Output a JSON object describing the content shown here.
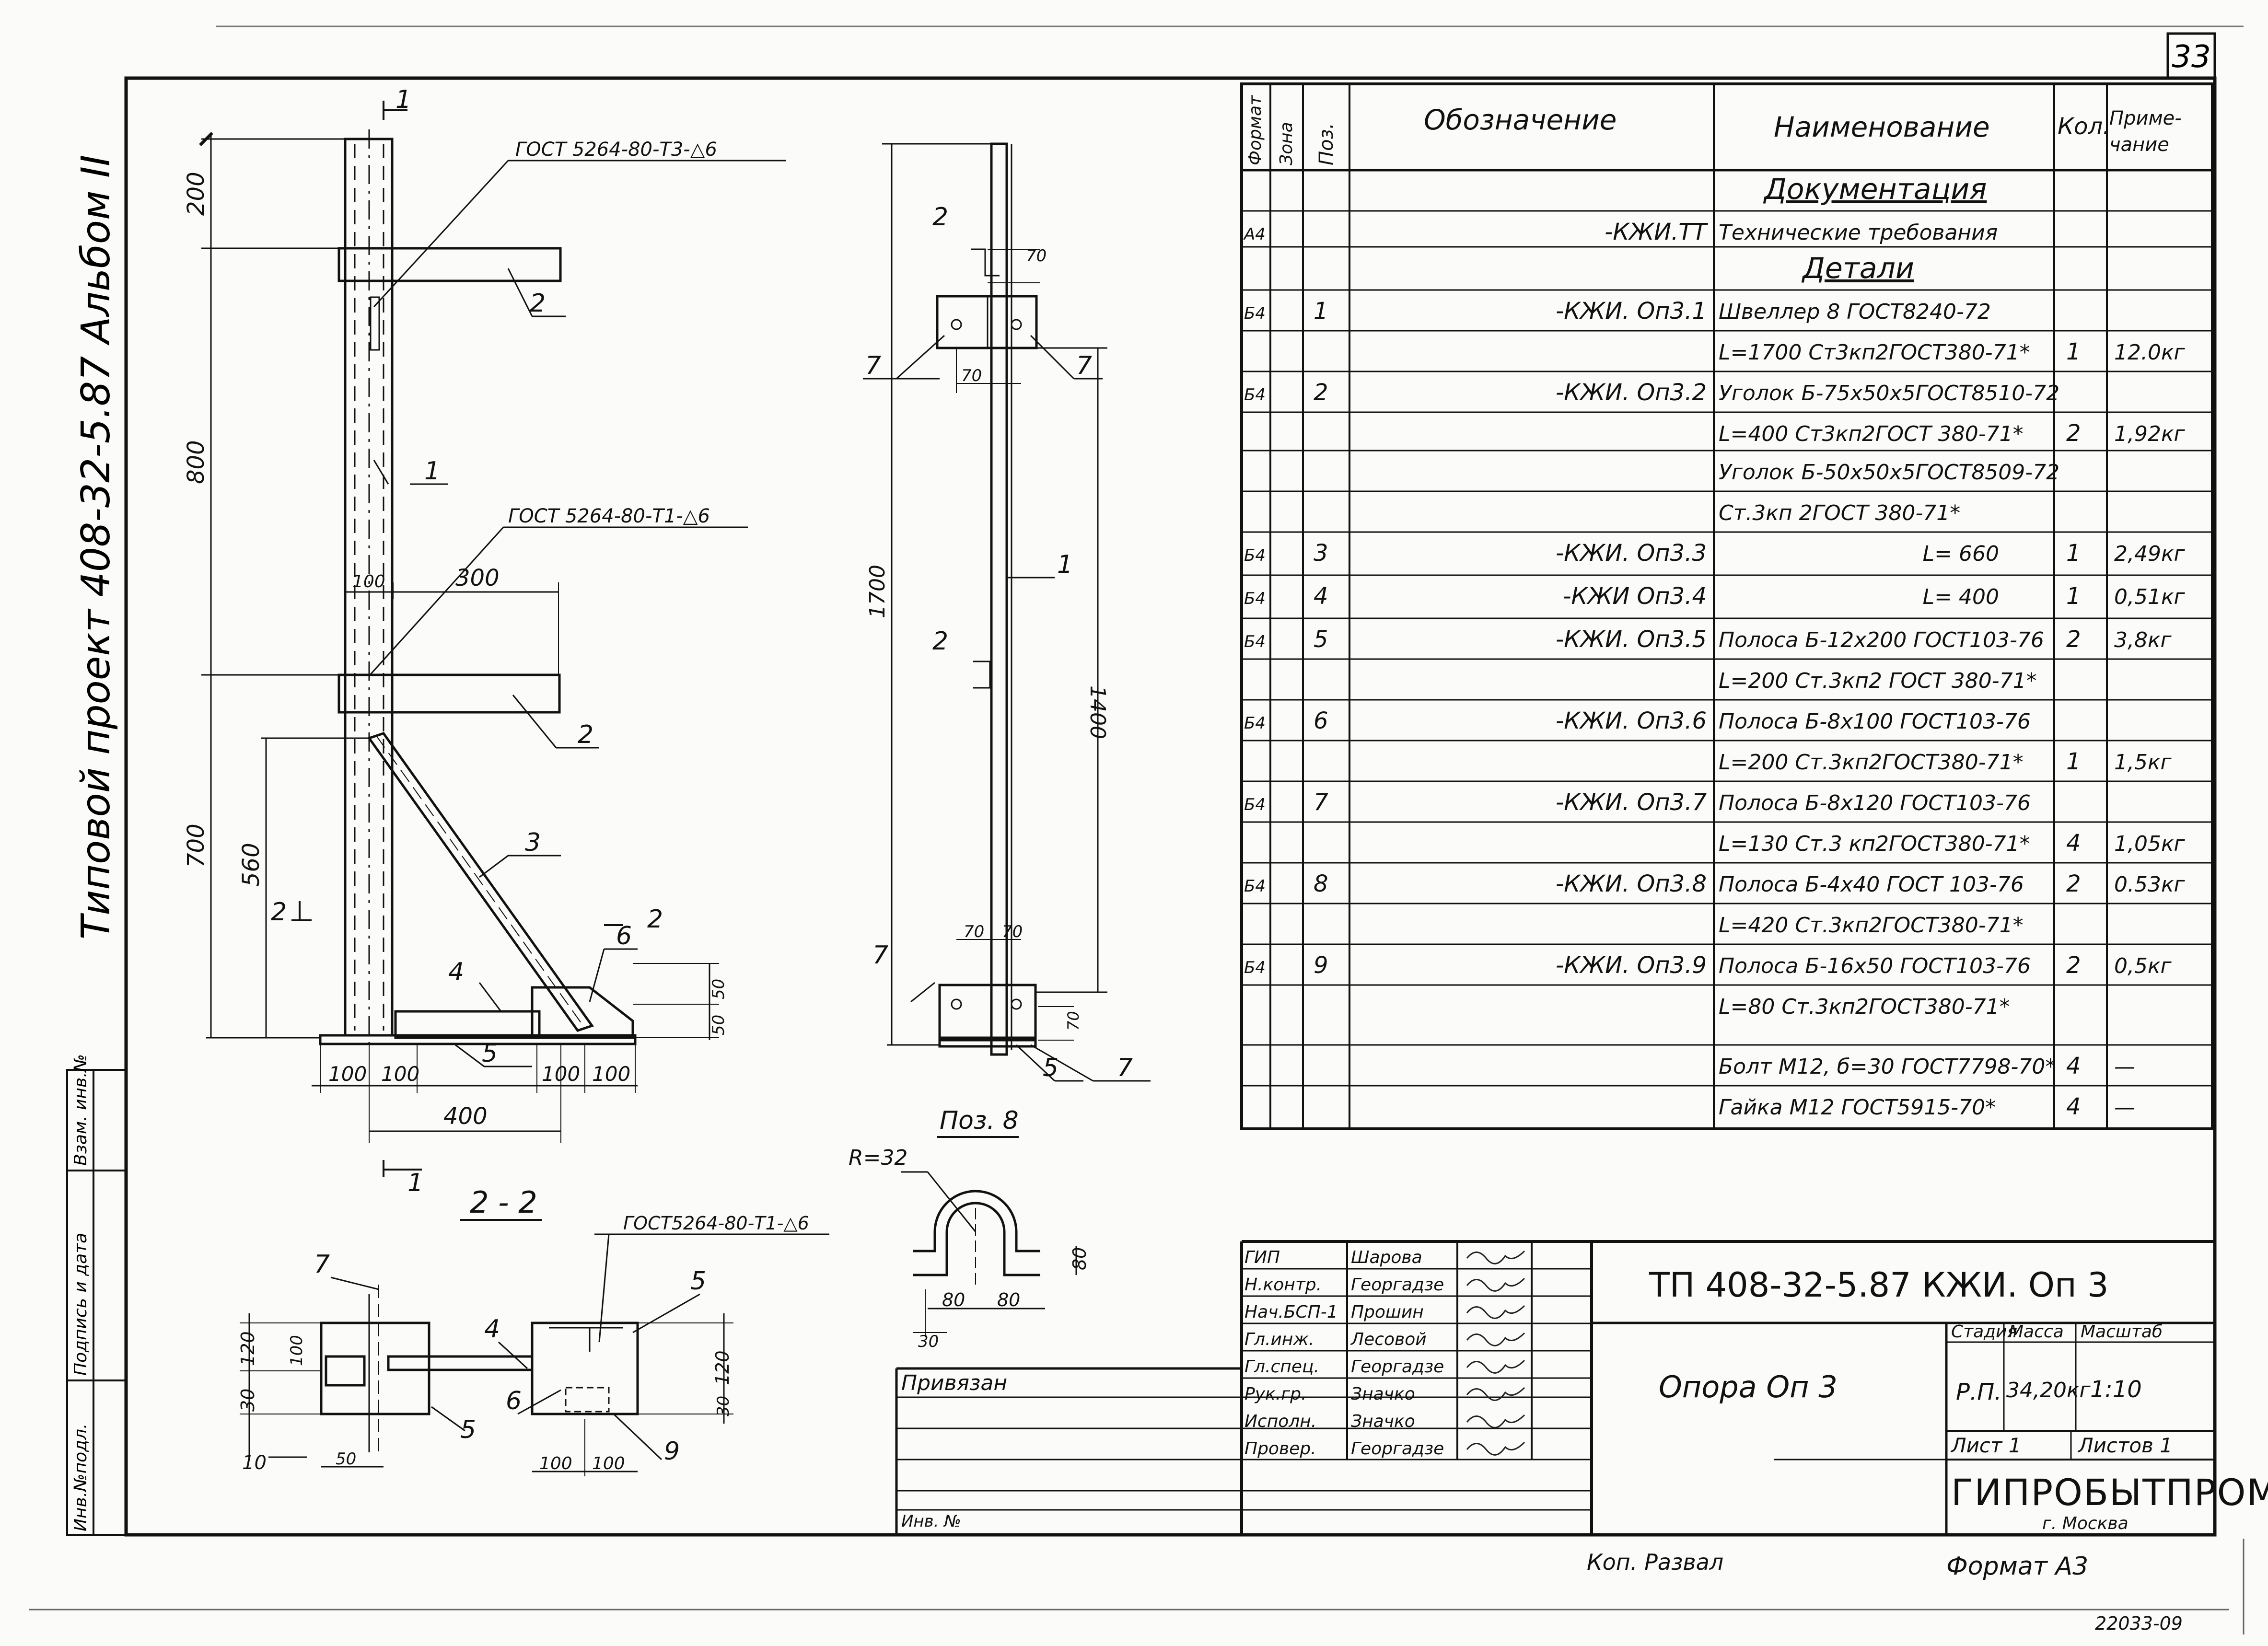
{
  "sheet_number": "33",
  "side_title": "Типовой проект 408-32-5.87 Альбом II",
  "left_strip": [
    "Инв.№подл.",
    "Подпись и дата",
    "Взам. инв.№"
  ],
  "elevation": {
    "section_mark": "1",
    "dims_vertical": [
      "200",
      "800",
      "700",
      "560"
    ],
    "dims_horizontal": [
      "100",
      "300",
      "100",
      "100",
      "100",
      "100",
      "400"
    ],
    "weld_notes": [
      "ГОСТ 5264-80-Т3-△6",
      "ГОСТ 5264-80-Т1-△6"
    ],
    "position_labels": [
      "1",
      "2",
      "2",
      "3",
      "4",
      "5",
      "6"
    ],
    "section_arrows": [
      "2",
      "2"
    ]
  },
  "side_view": {
    "dims": [
      "1700",
      "1400",
      "70",
      "70",
      "70",
      "70",
      "70"
    ],
    "position_labels": [
      "2",
      "7",
      "7",
      "1",
      "2",
      "7",
      "5",
      "7"
    ]
  },
  "pos8": {
    "title": "Поз. 8",
    "radius": "R=32",
    "dims": [
      "80",
      "80",
      "80",
      "30"
    ]
  },
  "section22": {
    "title": "2 - 2",
    "weld_note": "ГОСТ5264-80-Т1-△6",
    "dims": [
      "120",
      "100",
      "30",
      "50",
      "120",
      "30",
      "100",
      "100",
      "10"
    ],
    "position_labels": [
      "7",
      "4",
      "5",
      "6",
      "5",
      "9"
    ]
  },
  "spec_table": {
    "headers": [
      "Формат",
      "Зона",
      "Поз.",
      "Обозначение",
      "Наименование",
      "Кол.",
      "Приме-\nчание"
    ],
    "sections": {
      "docs": "Документация",
      "details": "Детали"
    },
    "rows": [
      {
        "format": "А4",
        "pos": "",
        "designation": "-КЖИ.ТТ",
        "name": "Технические требования",
        "qty": "",
        "note": ""
      },
      {
        "format": "Б4",
        "pos": "1",
        "designation": "-КЖИ. Оп3.1",
        "name": "Швеллер 8 ГОСТ8240-72",
        "name2": "L=1700  Ст3кп2ГОСТ380-71*",
        "qty": "1",
        "note": "12.0кг"
      },
      {
        "format": "Б4",
        "pos": "2",
        "designation": "-КЖИ. Оп3.2",
        "name": "Уголок  Б-75х50х5ГОСТ8510-72",
        "name2": "L=400  Ст3кп2ГОСТ 380-71*",
        "qty": "2",
        "note": "1,92кг"
      },
      {
        "format": "",
        "pos": "",
        "designation": "",
        "name": "Уголок  Б-50х50х5ГОСТ8509-72",
        "name2": "Ст.3кп 2ГОСТ 380-71*",
        "qty": "",
        "note": ""
      },
      {
        "format": "Б4",
        "pos": "3",
        "designation": "-КЖИ. Оп3.3",
        "name": "L= 660",
        "qty": "1",
        "note": "2,49кг"
      },
      {
        "format": "Б4",
        "pos": "4",
        "designation": "-КЖИ Оп3.4",
        "name": "L= 400",
        "qty": "1",
        "note": "0,51кг"
      },
      {
        "format": "Б4",
        "pos": "5",
        "designation": "-КЖИ. Оп3.5",
        "name": "Полоса  Б-12х200 ГОСТ103-76",
        "name2": "L=200  Ст.3кп2 ГОСТ 380-71*",
        "qty": "2",
        "note": "3,8кг"
      },
      {
        "format": "Б4",
        "pos": "6",
        "designation": "-КЖИ. Оп3.6",
        "name": "Полоса  Б-8х100 ГОСТ103-76",
        "name2": "L=200  Ст.3кп2ГОСТ380-71*",
        "qty": "1",
        "note": "1,5кг"
      },
      {
        "format": "Б4",
        "pos": "7",
        "designation": "-КЖИ. Оп3.7",
        "name": "Полоса  Б-8х120 ГОСТ103-76",
        "name2": "L=130  Ст.3 кп2ГОСТ380-71*",
        "qty": "4",
        "note": "1,05кг"
      },
      {
        "format": "Б4",
        "pos": "8",
        "designation": "-КЖИ. Оп3.8",
        "name": "Полоса  Б-4х40 ГОСТ 103-76",
        "name2": "L=420  Ст.3кп2ГОСТ380-71*",
        "qty": "2",
        "note": "0.53кг"
      },
      {
        "format": "Б4",
        "pos": "9",
        "designation": "-КЖИ. Оп3.9",
        "name": "Полоса  Б-16х50 ГОСТ103-76",
        "name2": "L=80  Ст.3кп2ГОСТ380-71*",
        "qty": "2",
        "note": "0,5кг"
      },
      {
        "format": "",
        "pos": "",
        "designation": "",
        "name": "Болт М12, б=30 ГОСТ7798-70*",
        "qty": "4",
        "note": "—"
      },
      {
        "format": "",
        "pos": "",
        "designation": "",
        "name": "Гайка М12 ГОСТ5915-70*",
        "qty": "4",
        "note": "—"
      }
    ]
  },
  "title_block": {
    "project_code": "ТП   408-32-5.87   КЖИ. Оп 3",
    "item_name": "Опора    Оп 3",
    "stage_label": "Стадия",
    "mass_label": "Масса",
    "scale_label": "Масштаб",
    "stage": "Р.П.",
    "mass": "34,20кг",
    "scale": "1:10",
    "sheet_label": "Лист 1",
    "sheets_label": "Листов 1",
    "org": "ГИПРОБЫТПРОМ",
    "city": "г. Москва",
    "signatures": [
      {
        "role": "ГИП",
        "name": "Шаровa"
      },
      {
        "role": "Н.контр.",
        "name": "Георгадзе"
      },
      {
        "role": "Нач.БСП-1",
        "name": "Прошин"
      },
      {
        "role": "Гл.инж.",
        "name": "Лесовой"
      },
      {
        "role": "Гл.спец.",
        "name": "Георгадзе"
      },
      {
        "role": "Рук.гр.",
        "name": "Значко"
      },
      {
        "role": "Исполн.",
        "name": "Значко"
      },
      {
        "role": "Провер.",
        "name": "Георгадзе"
      }
    ],
    "binding_label": "Привязан",
    "inv_label": "Инв. №"
  },
  "footer": {
    "copied": "Коп. Развал",
    "format": "Формат  А3",
    "code": "22033-09"
  }
}
